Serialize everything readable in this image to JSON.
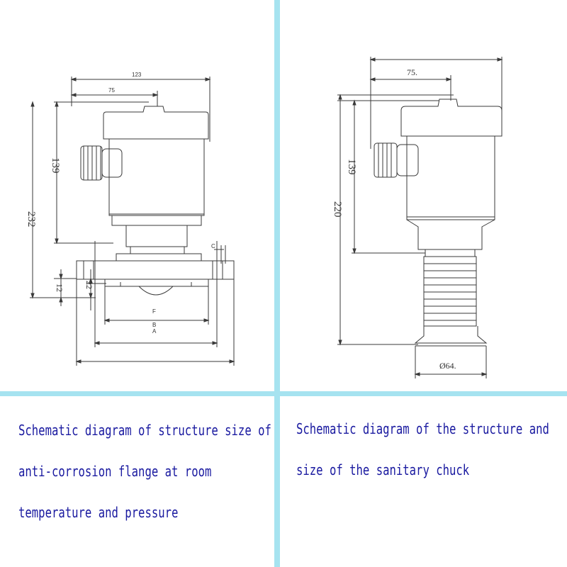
{
  "colors": {
    "divider": "#a6e3f0",
    "caption": "#1a1aa0",
    "line": "#3a3a3a"
  },
  "left": {
    "dims": {
      "d123": "123",
      "d75": "75",
      "d139": "139",
      "d232": "232",
      "d12": "12",
      "d22": "22",
      "dC": "C",
      "dF": "F",
      "dB": "B",
      "dA": "A"
    },
    "caption": [
      "Schematic diagram of structure size of",
      "anti-corrosion flange at room",
      "temperature and pressure"
    ]
  },
  "right": {
    "dims": {
      "d75": "75.",
      "d139": "139",
      "d220": "220",
      "d64": "Ø64."
    },
    "caption": [
      "Schematic diagram of the structure and",
      "size of the sanitary chuck"
    ]
  }
}
